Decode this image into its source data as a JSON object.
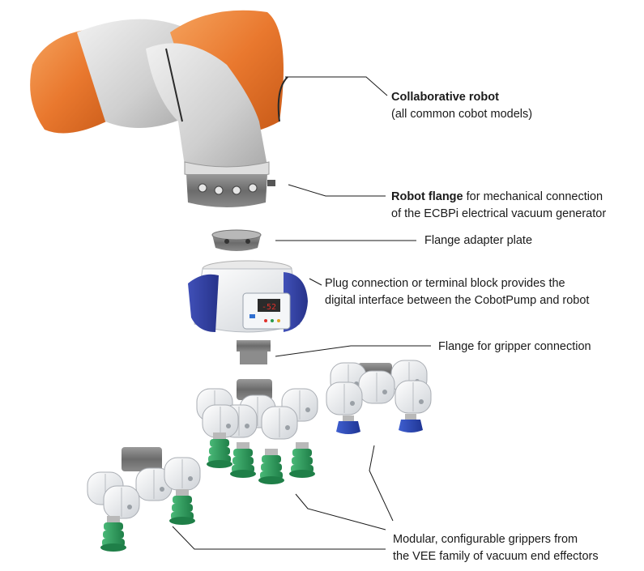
{
  "labels": {
    "cobot_title": "Collaborative robot",
    "cobot_sub": "(all common cobot models)",
    "flange_bold": "Robot flange",
    "flange_rest": " for mechanical connection",
    "flange_line2": "of the ECBPi electrical vacuum generator",
    "adapter": "Flange adapter plate",
    "plug_line1": "Plug connection or terminal block provides the",
    "plug_line2": "digital interface between the CobotPump and robot",
    "gripper_flange": "Flange for gripper connection",
    "grippers_line1": "Modular, configurable grippers from",
    "grippers_line2": "the VEE family of vacuum end effectors"
  },
  "pump_display": "-52",
  "colors": {
    "robot_orange": "#e9782e",
    "robot_grey": "#d9d9d9",
    "pump_blue": "#2f3d9e",
    "cup_green": "#2f9a5e",
    "cup_blue": "#2a46b8",
    "display_red": "#e0302a"
  }
}
